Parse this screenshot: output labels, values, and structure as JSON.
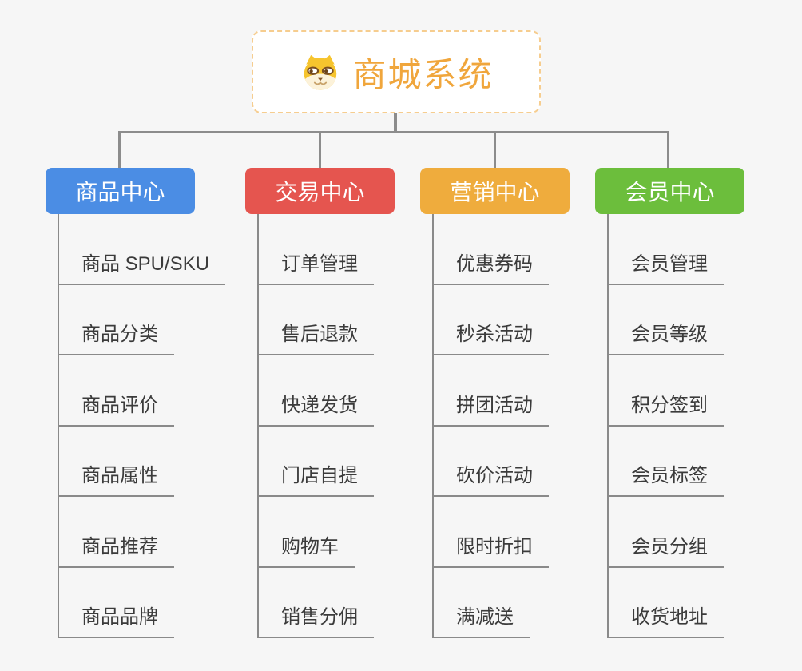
{
  "page": {
    "background": "#F6F6F6",
    "connector_color": "#8C8C8C"
  },
  "root": {
    "title": "商城系统",
    "icon": "dog-face-icon",
    "accent_color": "#F0A63C",
    "border_color": "#F6CD8F"
  },
  "branches": [
    {
      "label": "商品中心",
      "color": "#4B8DE4",
      "children": [
        "商品 SPU/SKU",
        "商品分类",
        "商品评价",
        "商品属性",
        "商品推荐",
        "商品品牌"
      ]
    },
    {
      "label": "交易中心",
      "color": "#E5554F",
      "children": [
        "订单管理",
        "售后退款",
        "快递发货",
        "门店自提",
        "购物车",
        "销售分佣"
      ]
    },
    {
      "label": "营销中心",
      "color": "#EFAC3D",
      "children": [
        "优惠券码",
        "秒杀活动",
        "拼团活动",
        "砍价活动",
        "限时折扣",
        "满减送"
      ]
    },
    {
      "label": "会员中心",
      "color": "#6CBE3C",
      "children": [
        "会员管理",
        "会员等级",
        "积分签到",
        "会员标签",
        "会员分组",
        "收货地址"
      ]
    }
  ]
}
